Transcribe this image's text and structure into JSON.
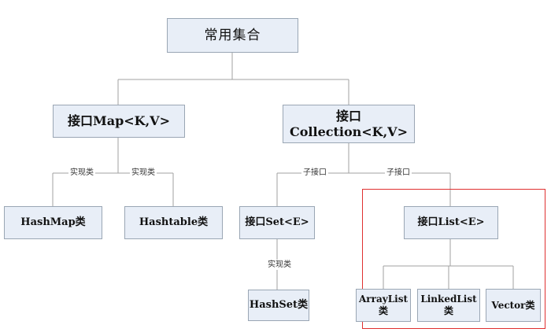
{
  "diagram": {
    "root": "常用集合",
    "map_interface": "接口Map<K,V>",
    "collection_interface_line1": "接口",
    "collection_interface_line2": "Collection<K,V>",
    "hashmap": "HashMap类",
    "hashtable": "Hashtable类",
    "set_interface": "接口Set<E>",
    "list_interface": "接口List<E>",
    "hashset": "HashSet类",
    "arraylist_line1": "ArrayList",
    "arraylist_line2": "类",
    "linkedlist_line1": "LinkedList",
    "linkedlist_line2": "类",
    "vector": "Vector类",
    "label_impl": "实现类",
    "label_subinterface": "子接口"
  },
  "colors": {
    "node_fill": "#e8eef7",
    "node_border": "#9aa6b4",
    "connector": "#a0a0a0",
    "highlight": "#e03030"
  }
}
